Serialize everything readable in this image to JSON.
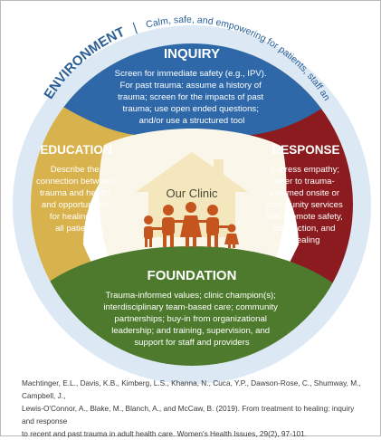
{
  "environment": {
    "label": "ENVIRONMENT",
    "divider": "|",
    "tagline": "Calm, safe, and empowering for patients, staff and providers"
  },
  "inquiry": {
    "title": "INQUIRY",
    "lines": [
      "Screen for immediate safety (e.g., IPV).",
      "For past trauma: assume a history of",
      "trauma; screen for the impacts of past",
      "trauma; use open ended questions;",
      "and/or use a structured tool"
    ]
  },
  "education": {
    "title": "EDUCATION",
    "lines": [
      "Describe the",
      "connection between",
      "trauma and health",
      "and opportunities",
      "for healing to",
      "all patients"
    ]
  },
  "response": {
    "title": "RESPONSE",
    "lines": [
      "Express empathy;",
      "refer to trauma-",
      "informed onsite or",
      "community services",
      "that promote safety,",
      "connection, and",
      "healing"
    ]
  },
  "foundation": {
    "title": "FOUNDATION",
    "lines": [
      "Trauma-informed values; clinic champion(s);",
      "interdisciplinary team-based care; community",
      "partnerships; buy-in from organizational",
      "leadership; and training, supervision, and",
      "support for staff and providers"
    ]
  },
  "clinic": {
    "label": "Our Clinic"
  },
  "citation": "Machtinger, E.L., Davis, K.B., Kimberg, L.S., Khanna, N., Cuca, Y.P., Dawson-Rose, C., Shumway, M., Campbell, J.,\nLewis-O'Connor, A., Blake, M., Blanch, A., and McCaw, B. (2019). From treatment to healing: inquiry and response\nto recent and past trauma in adult health care. Women's Health Issues, 29(2), 97-101.",
  "colors": {
    "inquiry": "#2e68a8",
    "education": "#d8b24c",
    "response": "#8b1b1e",
    "foundation": "#4d7a2c",
    "outer_ring": "#dce8f3",
    "environment_text": "#2a5f98",
    "house": "#f4e6bd",
    "house_text": "#4a4a3a",
    "people": "#c4551e"
  },
  "icons": [
    "house-icon",
    "family-icon"
  ]
}
